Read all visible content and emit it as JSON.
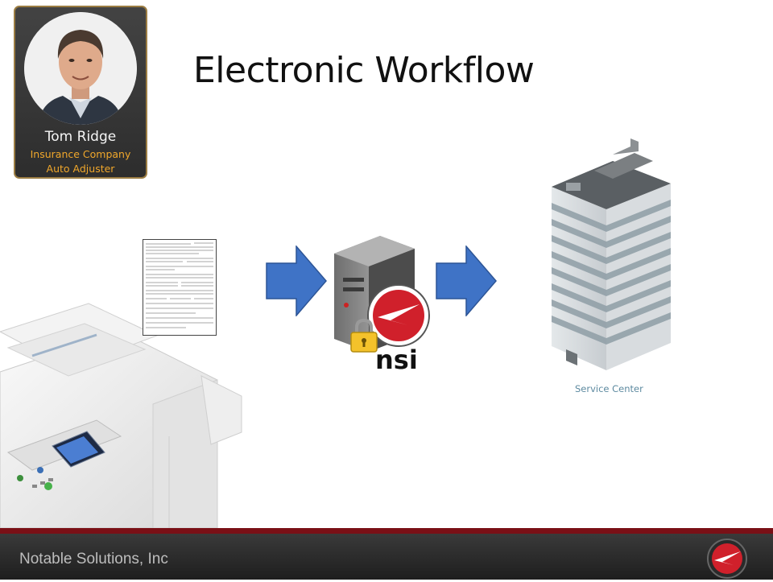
{
  "slide": {
    "title": "Electronic Workflow"
  },
  "profile": {
    "name": "Tom Ridge",
    "role_line1": "Insurance Company",
    "role_line2": "Auto Adjuster"
  },
  "server": {
    "label": "nsi"
  },
  "destination": {
    "label": "Service Center"
  },
  "footer": {
    "company": "Notable Solutions, Inc"
  },
  "colors": {
    "accent_orange": "#f0a72b",
    "arrow_blue": "#3f73c6",
    "footer_red": "#7a1016",
    "logo_red": "#d0202b"
  },
  "icons": [
    "person-avatar",
    "document-icon",
    "server-icon",
    "lock-icon",
    "nsi-logo-icon",
    "building-icon",
    "printer-mfp-icon"
  ]
}
